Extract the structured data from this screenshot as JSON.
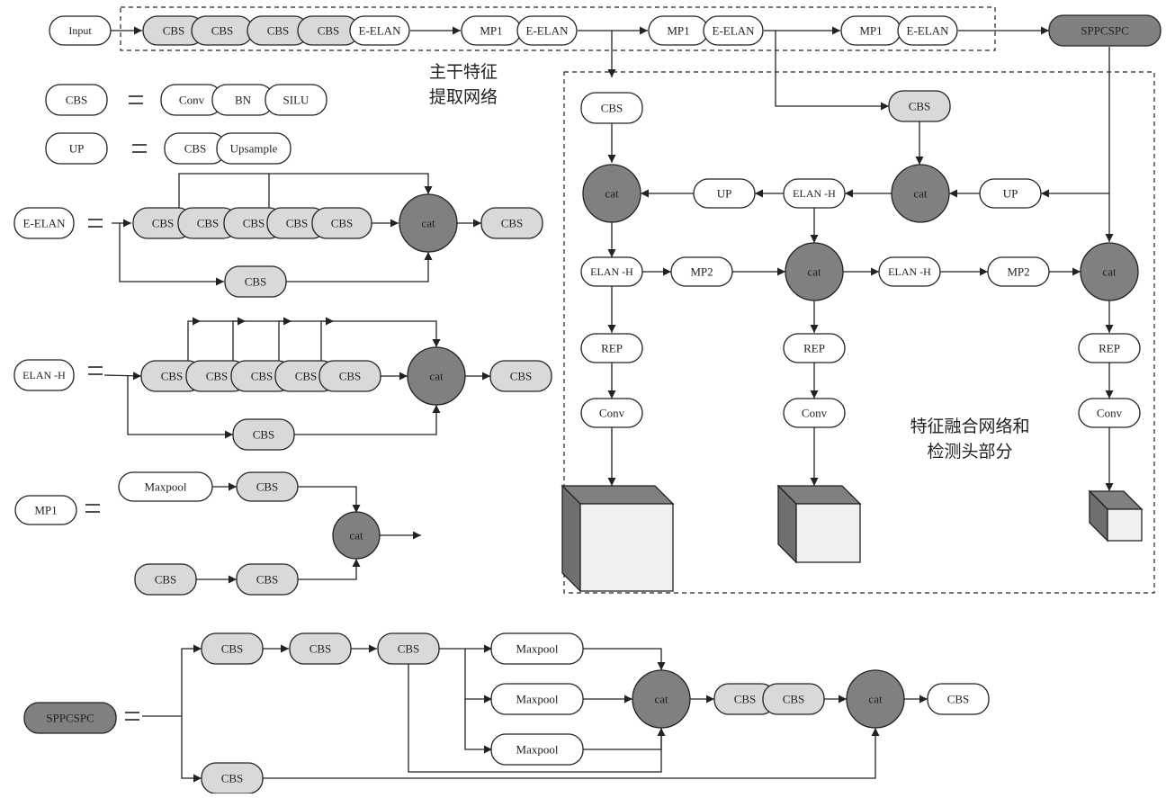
{
  "colors": {
    "grey": "#d9d9d9",
    "white": "#ffffff",
    "dark": "#808080",
    "cube_front": "#f0f0f0",
    "cube_side": "#808080",
    "stroke": "#222222"
  },
  "labels": {
    "input": "Input",
    "cbs": "CBS",
    "eelan": "E-ELAN",
    "mp1": "MP1",
    "mp2": "MP2",
    "sppcspc": "SPPCSPC",
    "conv": "Conv",
    "bn": "BN",
    "silu": "SILU",
    "up": "UP",
    "upsample": "Upsample",
    "cat": "cat",
    "elanh": "ELAN -H",
    "rep": "REP",
    "maxpool": "Maxpool",
    "equals": "="
  },
  "captions": {
    "backbone_line1": "主干特征",
    "backbone_line2": "提取网络",
    "head_line1": "特征融合网络和",
    "head_line2": "检测头部分"
  }
}
